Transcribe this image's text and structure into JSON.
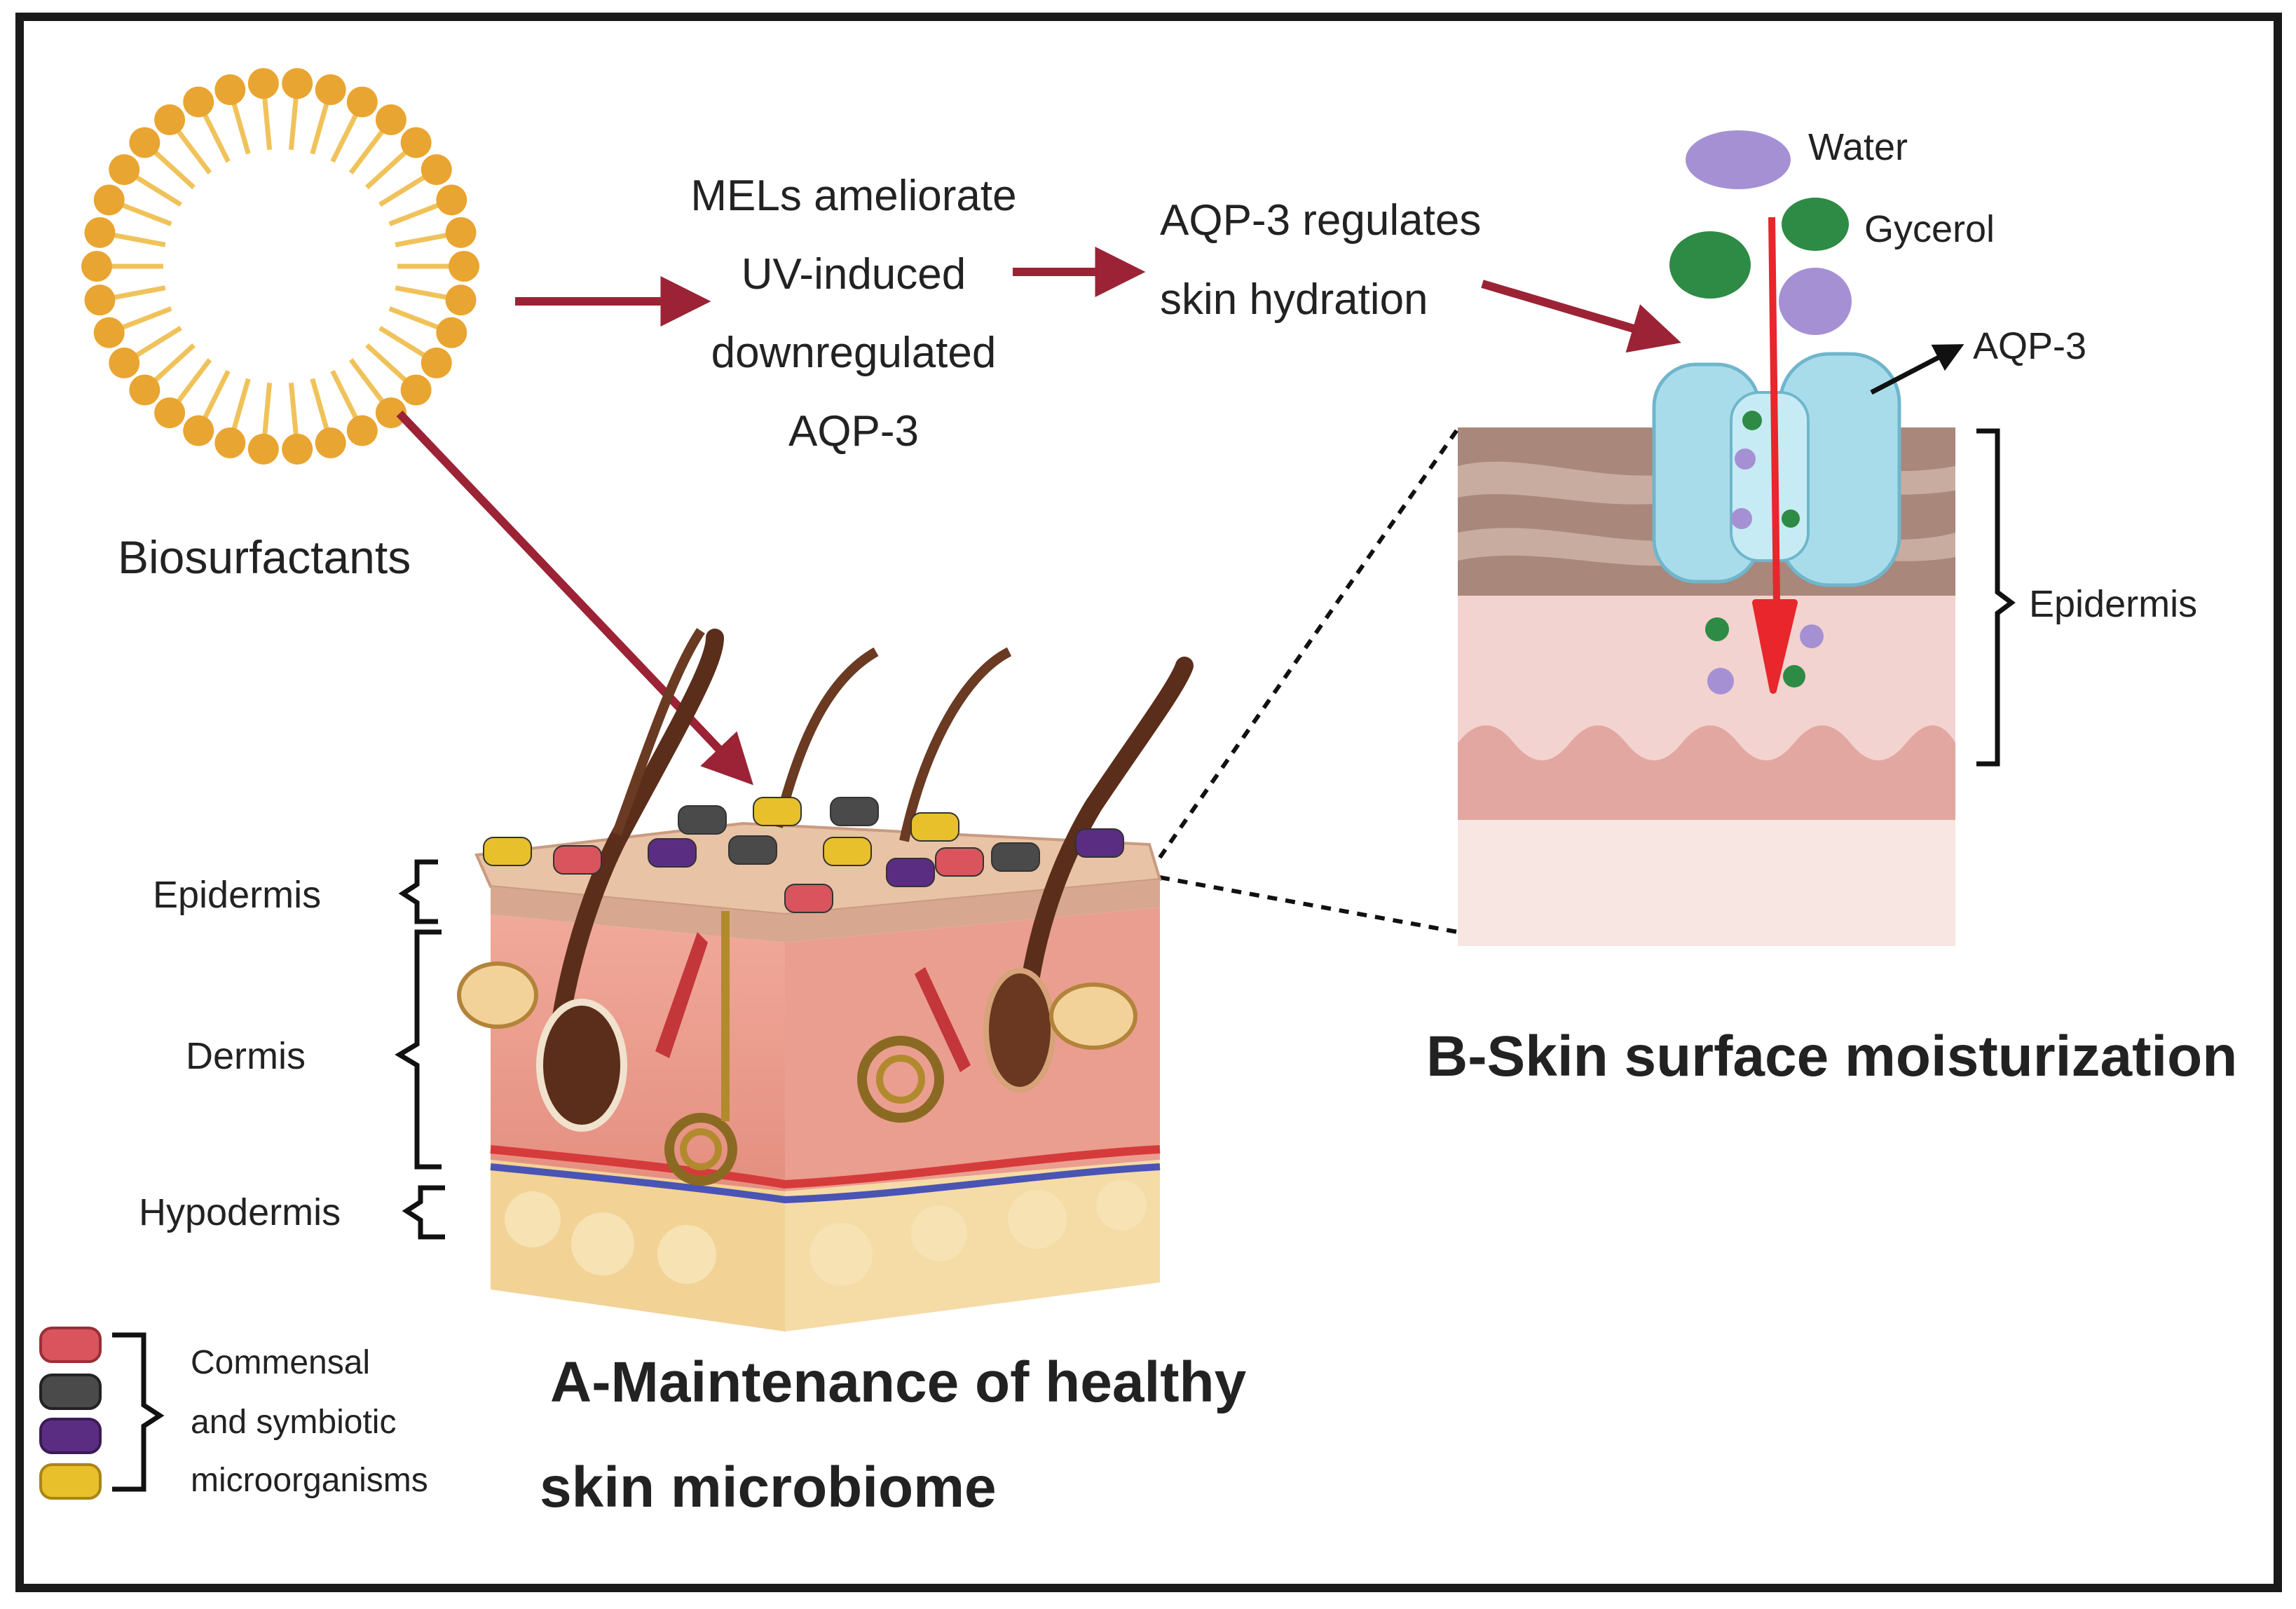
{
  "labels": {
    "biosurfactants": "Biosurfactants",
    "mels_lines": [
      "MELs ameliorate",
      "UV-induced",
      "downregulated",
      "AQP-3"
    ],
    "aqp3_lines": [
      "AQP-3 regulates",
      "skin hydration"
    ],
    "water": "Water",
    "glycerol": "Gycerol",
    "aqp3_channel": "AQP-3",
    "epidermis_right": "Epidermis",
    "epidermis_left": "Epidermis",
    "dermis": "Dermis",
    "hypodermis": "Hypodermis",
    "title_a_lines": [
      "A-Maintenance of healthy",
      "skin microbiome"
    ],
    "title_b": "B-Skin surface moisturization",
    "legend_lines": [
      "Commensal",
      "and symbiotic",
      "microorganisms"
    ]
  },
  "colors": {
    "arrow": "#9b2335",
    "lipid_head": "#e9a531",
    "lipid_tail": "#f0c25a",
    "water_molecule": "#a690d4",
    "glycerol_molecule": "#2e8b45",
    "aqp3_channel": "#a9dcea",
    "flow_arrow": "#e8262b",
    "microbe_red": "#d9545d",
    "microbe_gray": "#4a4a4a",
    "microbe_purple": "#5b2d82",
    "microbe_yellow": "#e8c02b",
    "frame": "#1a1a1a"
  }
}
